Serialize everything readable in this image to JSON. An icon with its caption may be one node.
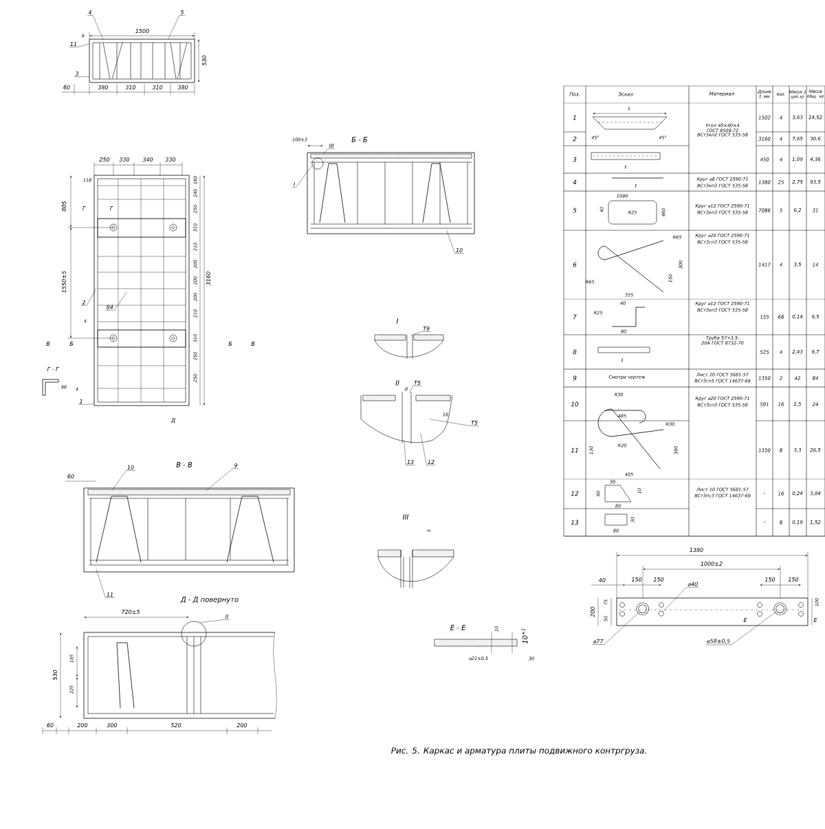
{
  "diagram": {
    "caption": "Рис. 5. Каркас и арматура плиты подвижного контргруза.",
    "nodes": [
      {
        "text": [
          "4"
        ]
      },
      {
        "text": [
          "5"
        ]
      },
      {
        "text": [
          "11"
        ]
      },
      {
        "text": [
          "3"
        ]
      },
      {
        "text": [
          "2"
        ]
      },
      {
        "text": [
          "84"
        ],
        "in": 23
      },
      {
        "text": [
          "1"
        ]
      },
      {
        "text": [
          "10"
        ]
      },
      {
        "text": [
          "9"
        ]
      },
      {
        "text": [
          "11"
        ]
      },
      {
        "text": [
          "II"
        ]
      },
      {
        "text": [
          "I"
        ]
      },
      {
        "text": [
          "III"
        ]
      },
      {
        "text": [
          "10"
        ]
      },
      {
        "text": [
          "Т9"
        ]
      },
      {
        "text": [
          "Т5"
        ]
      },
      {
        "text": [
          "Т5"
        ]
      },
      {
        "text": [
          "13"
        ]
      },
      {
        "text": [
          "12"
        ]
      },
      {
        "text": [
          "⌀40"
        ],
        "in": 29
      },
      {
        "text": [
          "⌀77"
        ]
      },
      {
        "text": [
          "⌀58±0,5"
        ]
      },
      {
        "text": [],
        "shape": "picture"
      },
      {
        "text": [],
        "shape": "picture"
      },
      {
        "text": [],
        "shape": "picture"
      },
      {
        "text": [],
        "shape": "picture"
      },
      {
        "text": [],
        "shape": "picture"
      },
      {
        "text": [],
        "shape": "picture"
      },
      {
        "text": [],
        "shape": "picture"
      },
      {
        "text": [],
        "shape": "picture"
      },
      {
        "text": [],
        "shape": "circle",
        "in": 29
      },
      {
        "text": [],
        "shape": "circle",
        "in": 29
      },
      {
        "text": [],
        "shape": "circle",
        "in": 29
      }
    ],
    "edges": [
      {
        "from": 0,
        "to": 22,
        "arrow": "none"
      },
      {
        "from": 1,
        "to": 22,
        "arrow": "none"
      },
      {
        "from": 2,
        "to": 22,
        "arrow": "none"
      },
      {
        "from": 3,
        "to": 22,
        "arrow": "none"
      },
      {
        "from": 4,
        "to": 23,
        "arrow": "none"
      },
      {
        "from": 5,
        "to": 23,
        "arrow": "none"
      },
      {
        "from": 6,
        "to": 23,
        "arrow": "none"
      },
      {
        "from": 7,
        "to": 24,
        "arrow": "none"
      },
      {
        "from": 8,
        "to": 24,
        "arrow": "none"
      },
      {
        "from": 9,
        "to": 24,
        "arrow": "none"
      },
      {
        "from": 10,
        "to": 25,
        "arrow": "none"
      },
      {
        "from": 11,
        "to": 26,
        "arrow": "none"
      },
      {
        "from": 12,
        "to": 26,
        "arrow": "none"
      },
      {
        "from": 13,
        "to": 26,
        "arrow": "none"
      },
      {
        "from": 14,
        "to": 27,
        "arrow": "none"
      },
      {
        "from": 15,
        "to": 28,
        "arrow": "none"
      },
      {
        "from": 16,
        "to": 28,
        "arrow": "none"
      },
      {
        "from": 17,
        "to": 28,
        "arrow": "none"
      },
      {
        "from": 18,
        "to": 28,
        "arrow": "none"
      },
      {
        "from": 19,
        "to": 31,
        "arrow": "none"
      },
      {
        "from": 20,
        "to": 30,
        "arrow": "none"
      },
      {
        "from": 21,
        "to": 32,
        "arrow": "none"
      }
    ],
    "labels": [
      "1500",
      "6",
      "530",
      "60",
      "380",
      "310",
      "310",
      "380",
      "250",
      "330",
      "340",
      "330",
      "118",
      "805",
      "1550±5",
      "160",
      "240",
      "250",
      "310",
      "210",
      "200",
      "200",
      "200",
      "210",
      "310",
      "250",
      "250",
      "3160",
      "Г",
      "Г",
      "4",
      "В",
      "Б",
      "Б",
      "В",
      "Г - Г",
      "96",
      "4",
      "Д",
      "В - В",
      "60",
      "Д - Д повернуто",
      "720±5",
      "530",
      "185",
      "225",
      "60",
      "200",
      "300",
      "520",
      "200",
      "100±3",
      "Б - Б",
      "I",
      "II",
      "8",
      "16",
      "III",
      "5",
      "Е - Е",
      "10",
      "10$^{+1}$",
      "⌀21±0,5",
      "30",
      "1380",
      "1000±2",
      "40",
      "150",
      "150",
      "150",
      "150",
      "200",
      "75",
      "50",
      "100",
      "Е",
      "Е",
      "Поз.",
      "Эскиз",
      "Материал",
      "Длина ℓ, мм",
      "Кол.",
      "Масса 1 шт кг",
      "Масса общ. кг",
      "1",
      "ℓ",
      "45°",
      "45°",
      "Угол 40×40×4 ГОСТ 8509-72",
      "ВСт3кп2 ГОСТ 535-58",
      "1502",
      "4",
      "3,63",
      "14,52",
      "2",
      "3160",
      "4",
      "7,65",
      "30,6",
      "3",
      "ℓ",
      "450",
      "4",
      "1,09",
      "4,36",
      "4",
      "ℓ",
      "Круг ⌀8 ГОСТ 2590-71",
      "ВСт3кп3 ГОСТ 535-58",
      "1380",
      "25",
      "2,75",
      "93,5",
      "5",
      "1090",
      "40",
      "R25",
      "460",
      "Круг ⌀12 ГОСТ 2590-71",
      "ВСт3кп3 ГОСТ 535-58",
      "7086",
      "5",
      "6,2",
      "31",
      "6",
      "R65",
      "R65",
      "300",
      "150",
      "355",
      "Круг ⌀20 ГОСТ 2590-71",
      "ВСт3сп3 ГОСТ 535-58",
      "1417",
      "4",
      "3,5",
      "14",
      "7",
      "R25",
      "40",
      "90",
      "Круг ⌀12 ГОСТ 2590-71",
      "ВСт3кп3 ГОСТ 535-58",
      "155",
      "68",
      "0,14",
      "9,5",
      "8",
      "ℓ",
      "Труба 57×3,5-20А ГОСТ 8732-70",
      "525",
      "4",
      "2,43",
      "9,7",
      "9",
      "Смотри чертеж",
      "Лист 20 ГОСТ 5681-57",
      "ВСт3сп5 ГОСТ 14637-69",
      "1350",
      "2",
      "42",
      "84",
      "10",
      "R30",
      "485",
      "Круг ⌀20 ГОСТ 2590-71",
      "ВСт3сп3 ГОСТ 535-58",
      "591",
      "16",
      "1,5",
      "24",
      "11",
      "R30",
      "130",
      "R20",
      "380",
      "405",
      "1350",
      "8",
      "3,3",
      "26,5",
      "12",
      "30",
      "60",
      "10",
      "80",
      "Лист 10 ГОСТ 5681-57",
      "ВСт3пс3 ГОСТ 14637-69",
      "–",
      "16",
      "0,24",
      "3,84",
      "13",
      "30",
      "80",
      "–",
      "8",
      "0,19",
      "1,52"
    ]
  }
}
